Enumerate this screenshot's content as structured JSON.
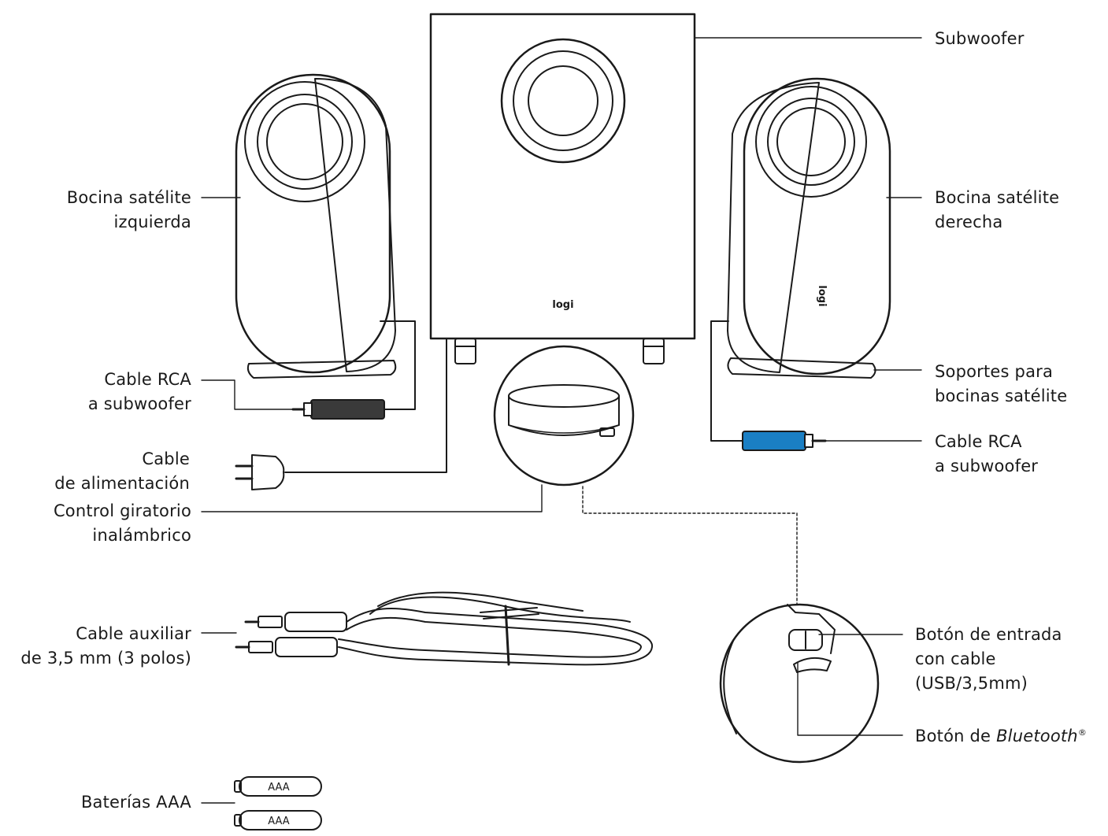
{
  "diagram": {
    "logo_text": "logi",
    "battery_text": "AAA"
  },
  "labels": {
    "subwoofer": {
      "line1": "Subwoofer"
    },
    "left_satellite": {
      "line1": "Bocina satélite",
      "line2": "izquierda"
    },
    "right_satellite": {
      "line1": "Bocina satélite",
      "line2": "derecha"
    },
    "rca_left": {
      "line1": "Cable RCA",
      "line2": "a subwoofer"
    },
    "stands": {
      "line1": "Soportes para",
      "line2": "bocinas satélite"
    },
    "power_cable": {
      "line1": "Cable",
      "line2": "de alimentación"
    },
    "rca_right": {
      "line1": "Cable RCA",
      "line2": "a subwoofer"
    },
    "rotary_control": {
      "line1": "Control giratorio",
      "line2": "inalámbrico"
    },
    "aux_cable": {
      "line1": "Cable auxiliar",
      "line2": "de 3,5 mm (3 polos)"
    },
    "wired_input_button": {
      "line1": "Botón de entrada",
      "line2": "con cable",
      "line3": "(USB/3,5mm)"
    },
    "bluetooth_button": {
      "prefix": "Botón de ",
      "brand": "Bluetooth",
      "mark": "®"
    },
    "batteries": {
      "line1": "Baterías AAA"
    }
  },
  "colors": {
    "rca_left_plug": "#3a3a3a",
    "rca_right_plug": "#1a7fc4",
    "line": "#1a1a1a"
  }
}
